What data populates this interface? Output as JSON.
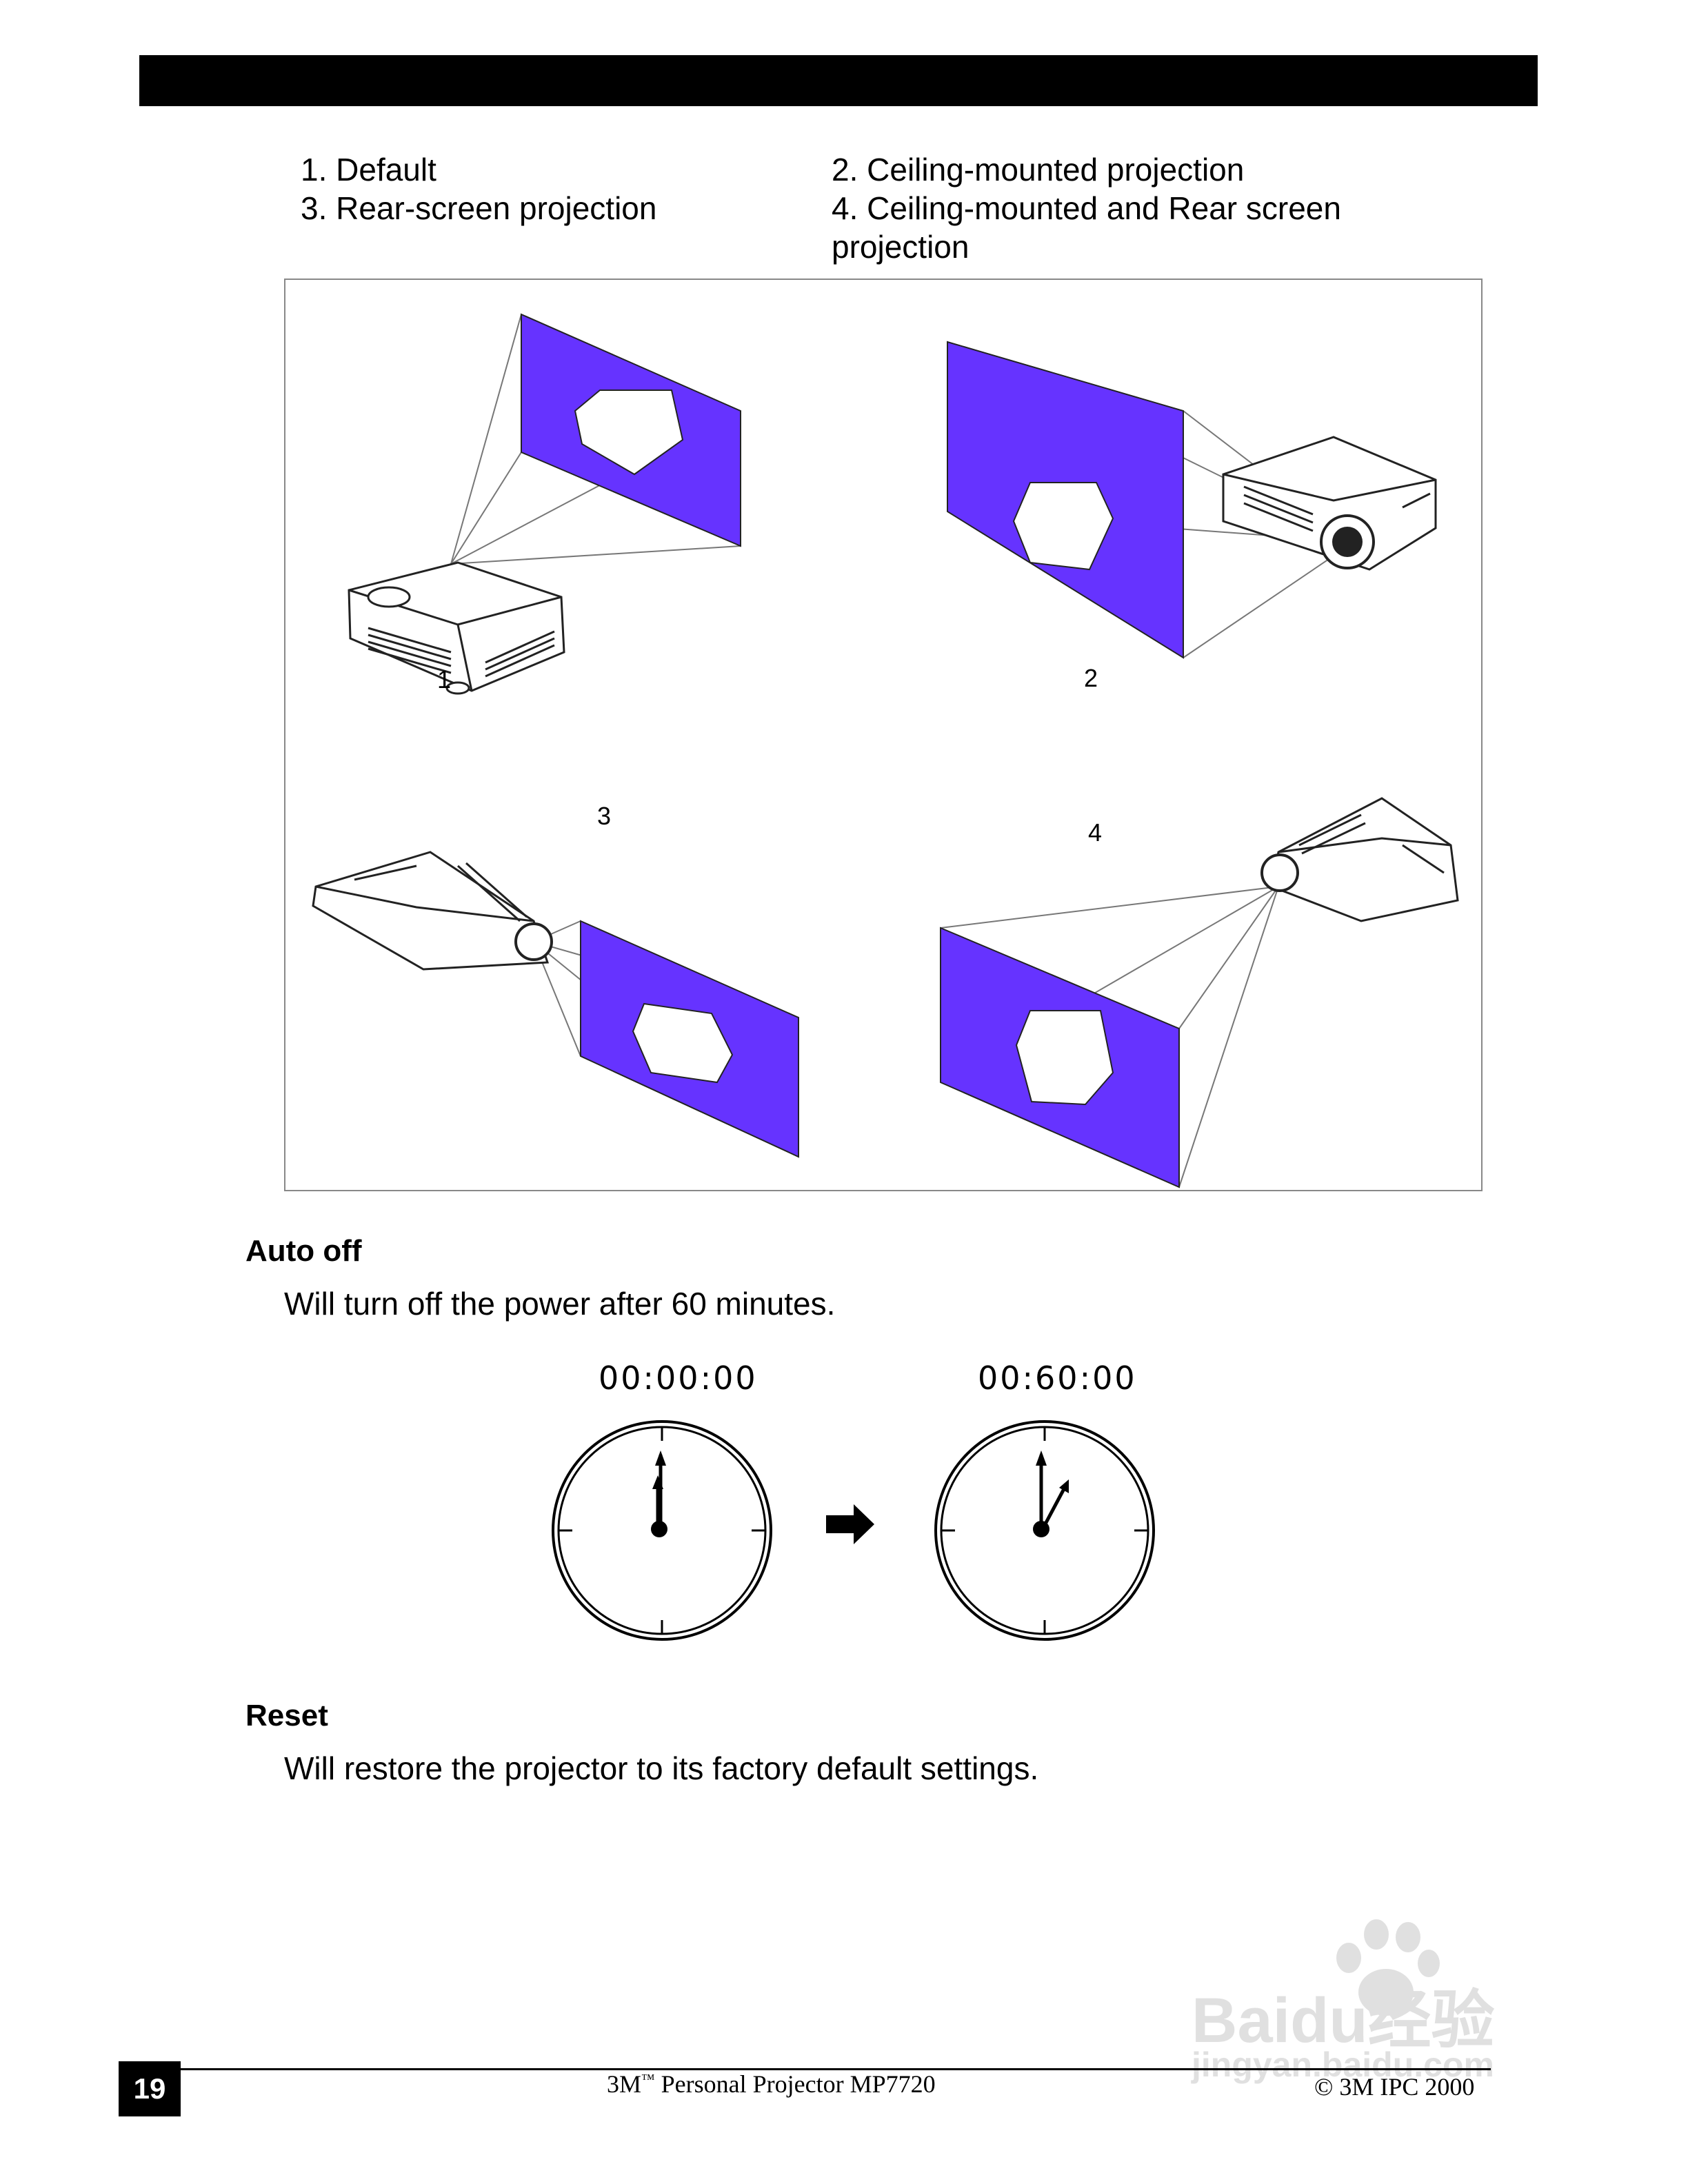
{
  "options": {
    "o1": "1. Default",
    "o2": "2. Ceiling-mounted projection",
    "o3": "3. Rear-screen projection",
    "o4_line1": "4. Ceiling-mounted and Rear screen",
    "o4_line2": "projection"
  },
  "figure": {
    "labels": [
      "1",
      "2",
      "3",
      "4"
    ],
    "screen_color": "#6633ff"
  },
  "auto_off": {
    "heading": "Auto off",
    "text": "Will turn off the power after 60 minutes.",
    "time_start": "00:00:00",
    "time_end": "00:60:00"
  },
  "reset": {
    "heading": "Reset",
    "text": "Will restore the projector to its factory default settings."
  },
  "footer": {
    "page_number": "19",
    "title_prefix": "3M",
    "title_tm": "™",
    "title_suffix": " Personal Projector MP7720",
    "copyright": "© 3M IPC 2000"
  },
  "watermark": {
    "brand": "Baidu经验",
    "url": "jingyan.baidu.com"
  }
}
